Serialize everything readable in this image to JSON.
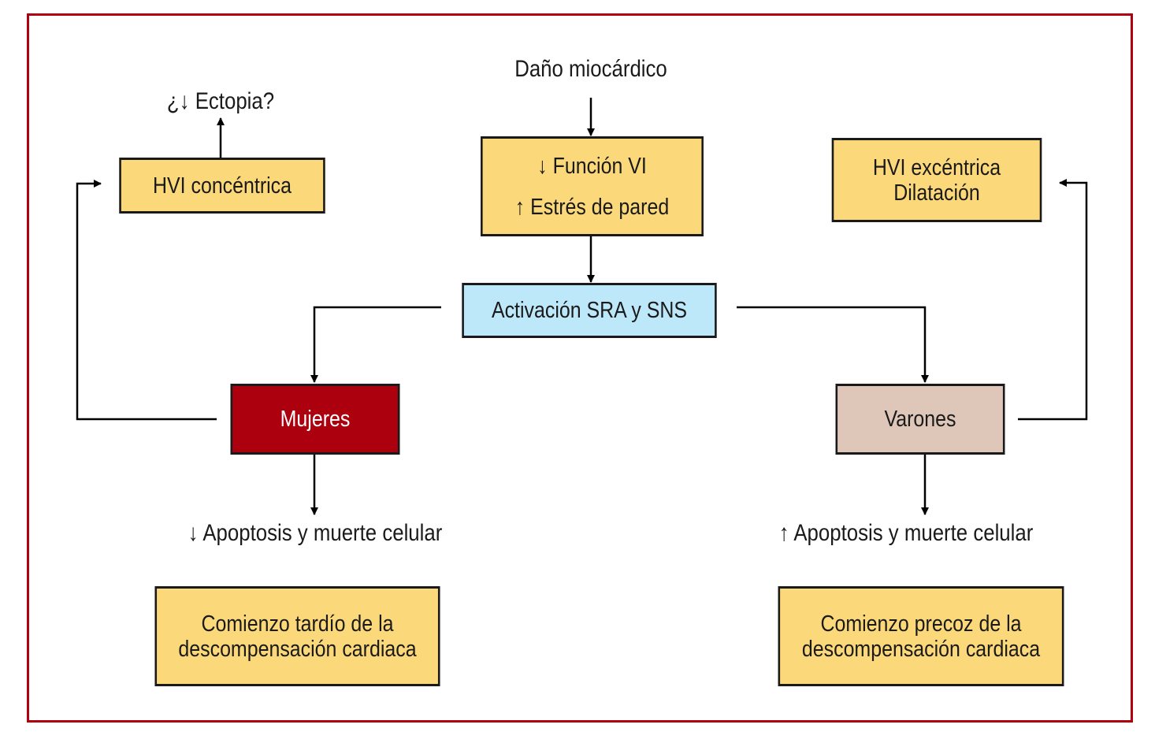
{
  "colors": {
    "frame": "#b0000f",
    "box_yellow": "#fbd87a",
    "box_blue": "#bde8f9",
    "box_mujeres": "#ac000f",
    "box_varones": "#dec6b9",
    "line": "#000000"
  },
  "nodes": {
    "dano": "Daño miocárdico",
    "ectopia": "¿↓ Ectopia?",
    "funcion": "↓ Función VI",
    "estres": "↑ Estrés de pared",
    "hvi_concentrica": "HVI concéntrica",
    "hvi_excentrica": "HVI excéntrica",
    "dilatacion": "Dilatación",
    "activacion": "Activación SRA y SNS",
    "mujeres": "Mujeres",
    "varones": "Varones",
    "apoptosis_dec": "↓ Apoptosis y muerte celular",
    "apoptosis_inc": "↑  Apoptosis y muerte celular",
    "tardio_1": "Comienzo tardío de la",
    "tardio_2": "descompensación cardiaca",
    "precoz_1": "Comienzo precoz de la",
    "precoz_2": "descompensación cardiaca"
  }
}
